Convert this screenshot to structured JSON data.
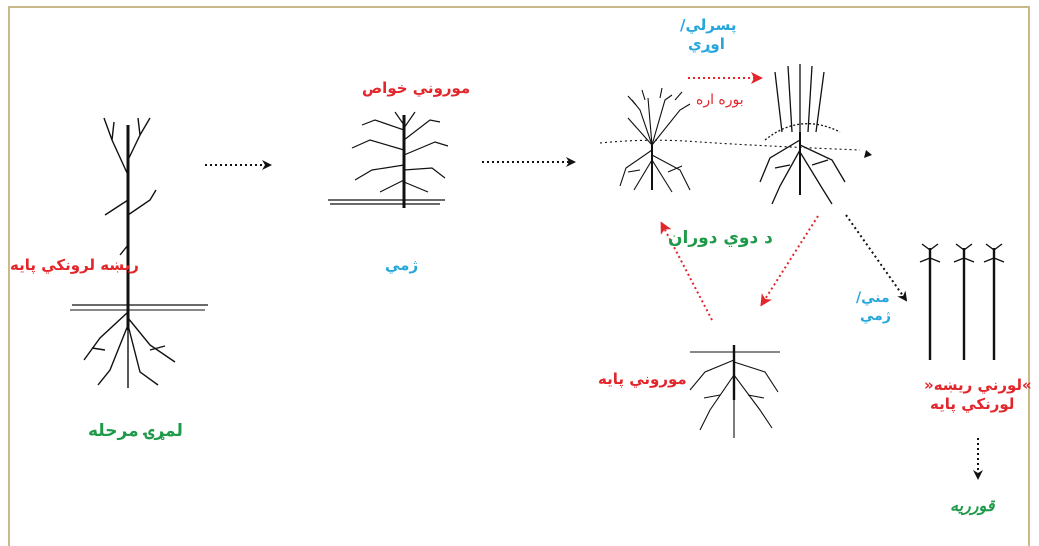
{
  "labels": {
    "first_stage": "لمړۍ مرحله",
    "rootstock_twig": "ريښه لرونکي پايه",
    "winter_left": "ژمي",
    "mother_properties": "موروني خواص",
    "spring_autumn_line1": "پسرلي/",
    "spring_autumn_line2": "اوړي",
    "two_years": "بوره اره",
    "second_cycle": "د دوي دوران",
    "mother_base": "موروني پايه",
    "autumn_winter_line1": "مني/",
    "autumn_winter_line2": "ژمي",
    "rooted_line1": "»لورني ريښه«",
    "rooted_line2": "لورنکي پايه",
    "nursery": "قورريه"
  },
  "colors": {
    "red": "#e2262b",
    "green": "#1f9a4a",
    "blue": "#27a6dc",
    "black": "#111111",
    "frame": "#c9b98a"
  }
}
